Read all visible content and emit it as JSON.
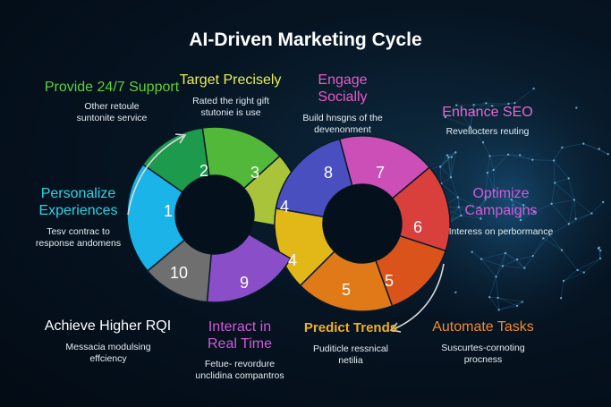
{
  "title": "AI-Driven Marketing Cycle",
  "colors": {
    "seg1": "#1ab4e8",
    "seg2": "#1e9a4c",
    "seg3": "#52b83a",
    "seg4a": "#a9c43a",
    "seg4b": "#e2b818",
    "seg5a": "#e07a18",
    "seg5b": "#d9531a",
    "seg6": "#d9403c",
    "seg7": "#cb4fb6",
    "seg8": "#4a4fbf",
    "seg9": "#8a4fc8",
    "seg10": "#6f6f6f",
    "green": "#5ed13a",
    "cyan": "#2ed4e6",
    "yellow": "#e8ef4a",
    "pink": "#e85acb",
    "magenta": "#e468d0",
    "violet": "#d05ad8",
    "orange": "#f08a2c",
    "gold": "#f0b020"
  },
  "segments": [
    {
      "num": "1"
    },
    {
      "num": "2"
    },
    {
      "num": "3"
    },
    {
      "num": "4"
    },
    {
      "num": "4"
    },
    {
      "num": "5"
    },
    {
      "num": "5"
    },
    {
      "num": "6"
    },
    {
      "num": "7"
    },
    {
      "num": "8"
    },
    {
      "num": "9"
    },
    {
      "num": "10"
    }
  ],
  "labels": {
    "support": {
      "title": "Provide 24/7 Support",
      "desc": "Other retoule suntonite service"
    },
    "target": {
      "title": "Target Precisely",
      "desc": "Rated the right gift stutonie is use"
    },
    "engage": {
      "title": "Engage Socially",
      "desc": "Build hnsgns of the devenonment"
    },
    "seo": {
      "title": "Enhance SEO",
      "desc": "Revellocters reuting"
    },
    "personalize": {
      "title": "Personalize Experiences",
      "desc": "Tesv contrac to response andomens"
    },
    "optimize": {
      "title": "Optimize Campaigns",
      "desc": "Interess on perbormance"
    },
    "roi": {
      "title": "Achieve Higher RQI",
      "desc": "Messacia modulsing effciency"
    },
    "interact": {
      "title": "Interact in Real Time",
      "desc": "Fetue- revordure unclidina compantros"
    },
    "predict": {
      "title": "Predict Trends",
      "desc": "Puditicle ressnical netilia"
    },
    "automate": {
      "title": "Automate Tasks",
      "desc": "Suscurtes-cornoting procness"
    }
  }
}
